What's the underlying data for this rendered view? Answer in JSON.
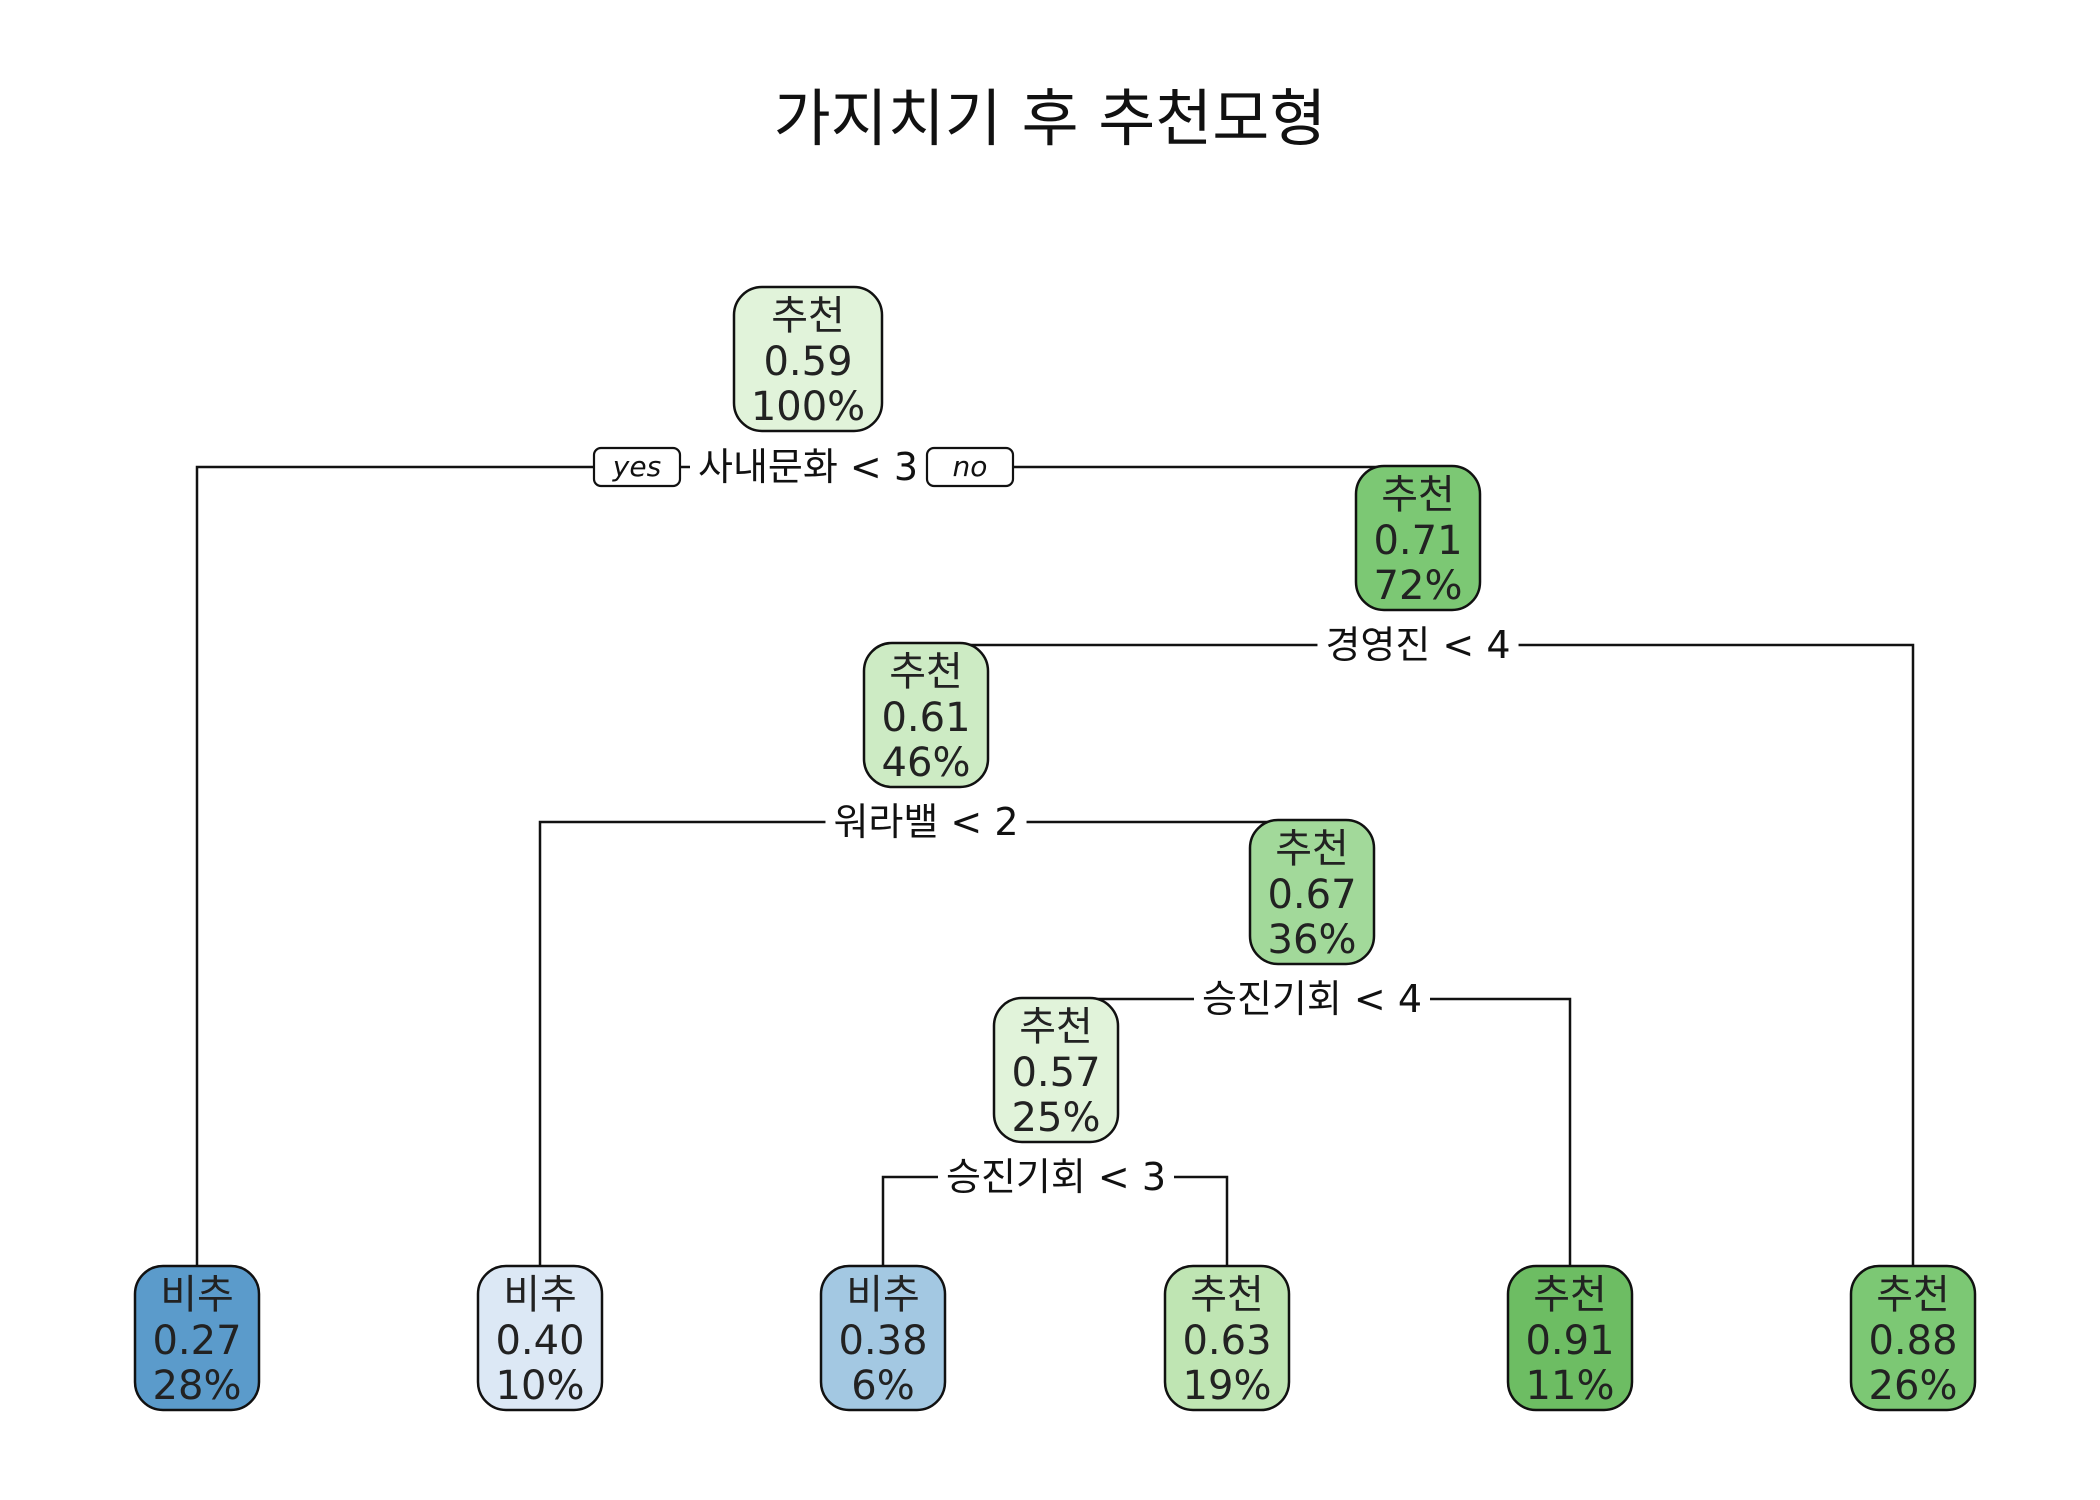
{
  "title": "가지치기 후 추천모형",
  "tags": {
    "yes": "yes",
    "no": "no"
  },
  "colors": {
    "edge": "#111111",
    "green_1": "#e1f3da",
    "green_2": "#cdebc4",
    "green_3": "#bfe5b3",
    "green_4": "#a2d99a",
    "green_5": "#7cc874",
    "green_6": "#6dbd63",
    "blue_light": "#dce8f5",
    "blue_mid": "#a3c8e2",
    "blue_dark": "#5b9bcb"
  },
  "nodes": [
    {
      "id": "root",
      "cls": "추천",
      "prob": "0.59",
      "pct": "100%",
      "fill": "#e1f3da",
      "split": "사내문화 < 3"
    },
    {
      "id": "n3",
      "cls": "추천",
      "prob": "0.71",
      "pct": "72%",
      "fill": "#7cc874",
      "split": "경영진 < 4"
    },
    {
      "id": "n6",
      "cls": "추천",
      "prob": "0.61",
      "pct": "46%",
      "fill": "#cdebc4",
      "split": "워라밸 < 2"
    },
    {
      "id": "n13",
      "cls": "추천",
      "prob": "0.67",
      "pct": "36%",
      "fill": "#a2d99a",
      "split": "승진기회 < 4"
    },
    {
      "id": "n26",
      "cls": "추천",
      "prob": "0.57",
      "pct": "25%",
      "fill": "#e1f3da",
      "split": "승진기회 < 3"
    },
    {
      "id": "leaf2",
      "cls": "비추",
      "prob": "0.27",
      "pct": "28%",
      "fill": "#5b9bcb"
    },
    {
      "id": "leaf12",
      "cls": "비추",
      "prob": "0.40",
      "pct": "10%",
      "fill": "#dce8f5"
    },
    {
      "id": "leaf52",
      "cls": "비추",
      "prob": "0.38",
      "pct": "6%",
      "fill": "#a3c8e2"
    },
    {
      "id": "leaf53",
      "cls": "추천",
      "prob": "0.63",
      "pct": "19%",
      "fill": "#bfe5b3"
    },
    {
      "id": "leaf27",
      "cls": "추천",
      "prob": "0.91",
      "pct": "11%",
      "fill": "#6dbd63"
    },
    {
      "id": "leaf7",
      "cls": "추천",
      "prob": "0.88",
      "pct": "26%",
      "fill": "#7cc874"
    }
  ],
  "edges": [
    {
      "parent": "root",
      "yes": "leaf2",
      "no": "n3"
    },
    {
      "parent": "n3",
      "yes": "n6",
      "no": "leaf7"
    },
    {
      "parent": "n6",
      "yes": "leaf12",
      "no": "n13"
    },
    {
      "parent": "n13",
      "yes": "n26",
      "no": "leaf27"
    },
    {
      "parent": "n26",
      "yes": "leaf52",
      "no": "leaf53"
    }
  ]
}
